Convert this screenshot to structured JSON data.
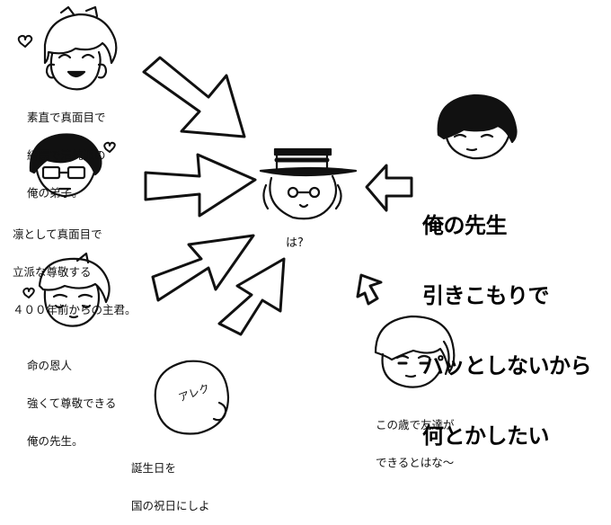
{
  "captions": {
    "disciple": [
      "素直で真面目で",
      "綺麗で清純派の",
      "俺の弟子。"
    ],
    "lord": [
      "凛として真面目で",
      "立派な尊敬する",
      "４００年前からの主君。"
    ],
    "savior": [
      "命の恩人",
      "強くて尊敬できる",
      "俺の先生。"
    ],
    "friend": [
      "この歳で友達が",
      "できるとはな〜"
    ],
    "alek_bubble": "アレク",
    "birthday": [
      "誕生日を",
      "国の祝日にしよ"
    ],
    "center_reaction": "は?",
    "teacher_shout": [
      "俺の先生",
      "引きこもりで",
      "パッとしないから",
      "何とかしたい"
    ]
  }
}
